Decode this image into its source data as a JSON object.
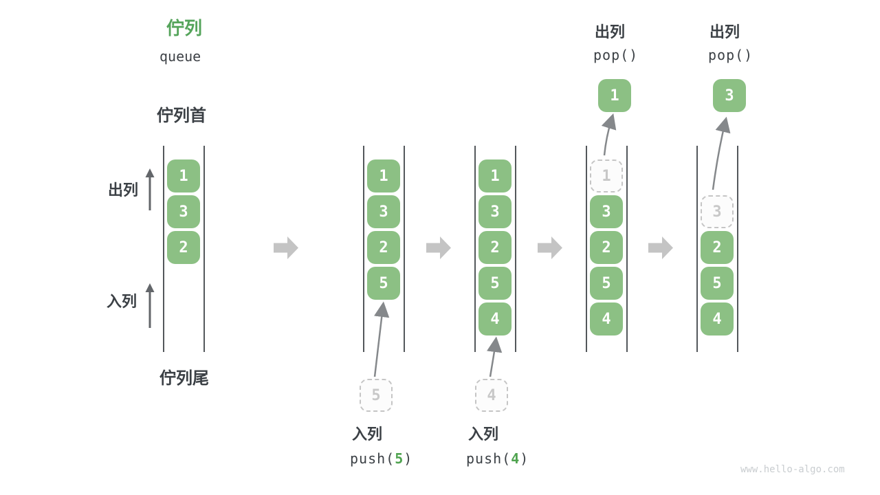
{
  "title": {
    "zh": "佇列",
    "en": "queue"
  },
  "labels": {
    "front": "佇列首",
    "rear": "佇列尾",
    "dequeue": "出列",
    "enqueue": "入列"
  },
  "queues": [
    {
      "items": [
        "1",
        "3",
        "2"
      ]
    },
    {
      "items": [
        "1",
        "3",
        "2",
        "5"
      ],
      "incoming": "5"
    },
    {
      "items": [
        "1",
        "3",
        "2",
        "5",
        "4"
      ],
      "incoming": "4"
    },
    {
      "items": [
        "3",
        "2",
        "5",
        "4"
      ],
      "removed": "1",
      "popped": "1"
    },
    {
      "items": [
        "2",
        "5",
        "4"
      ],
      "removed": "3",
      "popped": "3"
    }
  ],
  "ops": {
    "push5": {
      "label": "入列",
      "pre": "push(",
      "arg": "5",
      "post": ")"
    },
    "push4": {
      "label": "入列",
      "pre": "push(",
      "arg": "4",
      "post": ")"
    },
    "pop1": {
      "label": "出列",
      "code": "pop()"
    },
    "pop2": {
      "label": "出列",
      "code": "pop()"
    }
  },
  "colors": {
    "box_green": "#8cc084",
    "title_green": "#55a45b",
    "code_arg_green": "#4fa34f",
    "label_dark": "#3b4045",
    "wall_gray": "#53575b",
    "step_arrow_gray": "#c4c4c4",
    "flow_arrow_gray": "#85888b",
    "dashed_gray": "#c5c5c5"
  },
  "watermark": "www.hello-algo.com"
}
